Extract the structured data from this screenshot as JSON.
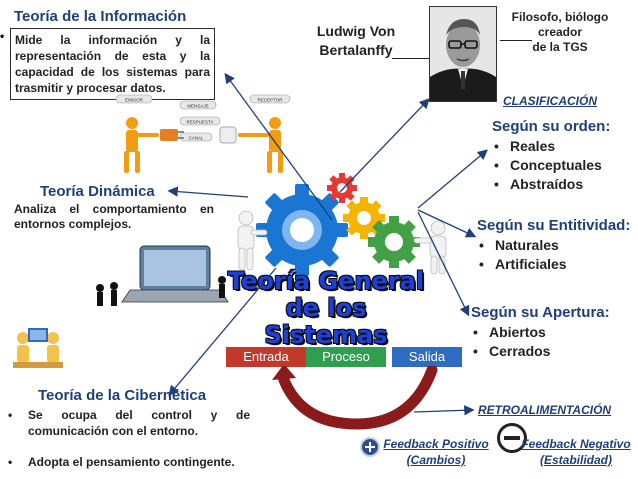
{
  "info": {
    "title": "Teoría de la Información",
    "text": "Mide la información y la representación de esta y la capacidad de los sistemas para trasmitir y procesar datos."
  },
  "diagram_labels": {
    "emisor": "EMISOR",
    "mensaje": "MENSAJE",
    "receptor": "RECEPTOR",
    "canal": "CANAL",
    "respuesta": "RESPUESTA"
  },
  "dinamica": {
    "title": "Teoría Dinámica",
    "text": "Analiza el comportamiento en entornos complejos."
  },
  "cibernetica": {
    "title": "Teoría de la Cibernética",
    "items": [
      "Se ocupa del control y de comunicación con el entorno.",
      "Adopta el pensamiento contingente."
    ]
  },
  "ludwig": {
    "line1": "Ludwig Von",
    "line2": "Bertalanffy"
  },
  "philosopher": {
    "line1": "Filosofo, biólogo",
    "line2": "creador",
    "line3": "de la TGS"
  },
  "main_title": {
    "line1": "Teoría General",
    "line2": "de los Sistemas"
  },
  "flow": {
    "input": "Entrada",
    "process": "Proceso",
    "output": "Salida"
  },
  "clasificacion": {
    "label": "CLASIFICACIÓN",
    "orden": {
      "title": "Según su orden:",
      "items": [
        "Reales",
        "Conceptuales",
        "Abstraídos"
      ]
    },
    "entitividad": {
      "title": "Según su Entitividad:",
      "items": [
        "Naturales",
        "Artificiales"
      ]
    },
    "apertura": {
      "title": "Según su Apertura:",
      "items": [
        "Abiertos",
        "Cerrados"
      ]
    }
  },
  "retro": {
    "label": "RETROALIMENTACIÓN",
    "positive": {
      "line1": "Feedback Positivo",
      "line2": "(Cambios)"
    },
    "negative": {
      "line1": "Feedback Negativo",
      "line2": "(Estabilidad)"
    }
  },
  "colors": {
    "title_blue": "#1f3f7a",
    "entrada": "#c0392b",
    "proceso": "#2e9e4f",
    "salida": "#2d6cc0",
    "gear_blue": "#1976d2",
    "gear_red": "#e53935",
    "gear_yellow": "#f4b400",
    "gear_green": "#43a047",
    "feedback_arc": "#8b1a1a"
  }
}
